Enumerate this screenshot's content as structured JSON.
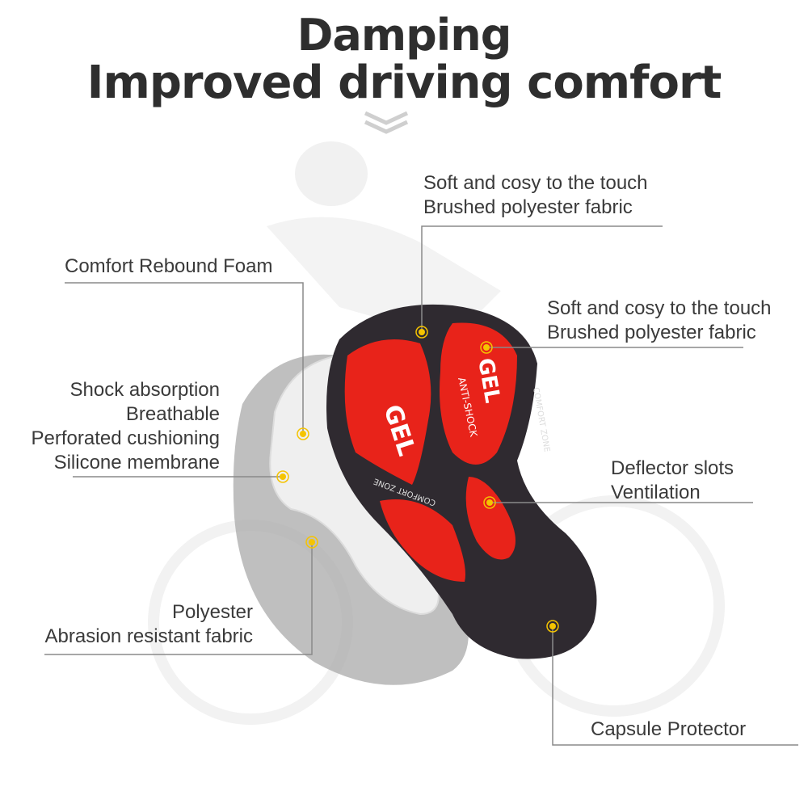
{
  "header": {
    "title": "Damping",
    "subtitle": "Improved driving comfort"
  },
  "product": {
    "gel_label": "GEL",
    "anti_shock_label": "ANTI-SHOCK",
    "comfort_zone_label": "COMFORT ZONE"
  },
  "callouts": [
    {
      "lines": [
        "Soft and cosy to the touch",
        "Brushed polyester fabric"
      ]
    },
    {
      "lines": [
        "Comfort Rebound Foam"
      ]
    },
    {
      "lines": [
        "Soft and cosy to the touch",
        "Brushed polyester fabric"
      ]
    },
    {
      "lines": [
        "Shock absorption",
        "Breathable",
        "Perforated cushioning",
        "Silicone membrane"
      ]
    },
    {
      "lines": [
        "Deflector slots",
        "Ventilation"
      ]
    },
    {
      "lines": [
        "Polyester",
        "Abrasion resistant fabric"
      ]
    },
    {
      "lines": [
        "Capsule Protector"
      ]
    }
  ],
  "colors": {
    "dot": "#f5c400",
    "line": "#8a8a8a",
    "pad_red": "#e8231a",
    "pad_dark": "#2f2a30",
    "text": "#2e2e2e"
  }
}
